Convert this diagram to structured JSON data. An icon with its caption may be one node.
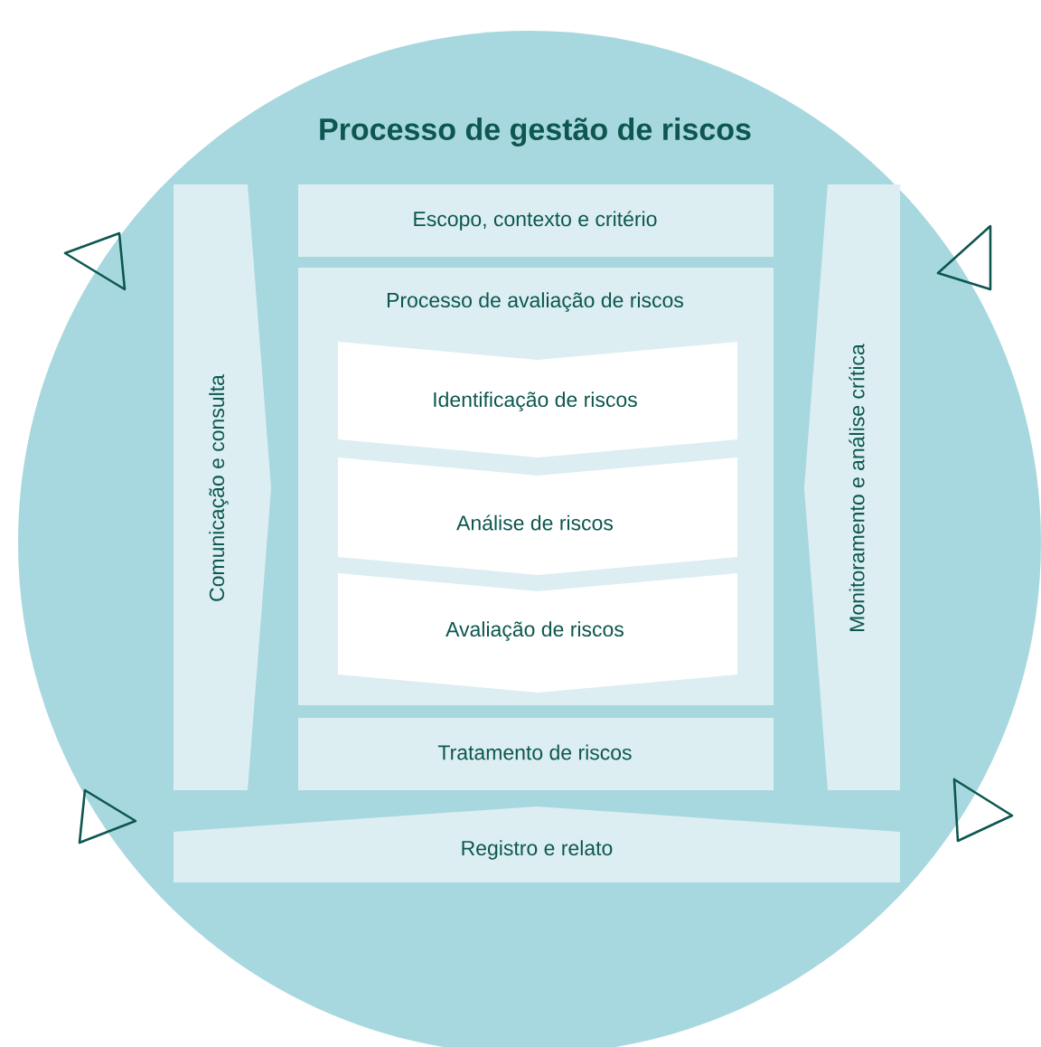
{
  "diagram": {
    "nodes": [
      {
        "text": [
          "Processo de gestão de riscos"
        ]
      },
      {
        "text": [
          "Comunicação e consulta"
        ],
        "in": 0
      },
      {
        "text": [
          "Escopo, contexto e critério"
        ],
        "in": 0
      },
      {
        "text": [
          "Processo de avaliação de riscos"
        ],
        "in": 0
      },
      {
        "text": [
          "Identificação de riscos"
        ],
        "in": 3
      },
      {
        "text": [
          "Análise de riscos"
        ],
        "in": 3
      },
      {
        "text": [
          "Avaliação de riscos"
        ],
        "in": 3
      },
      {
        "text": [
          "Tratamento de riscos"
        ],
        "in": 0
      },
      {
        "text": [
          "Monitoramento e análise crítica"
        ],
        "in": 0
      },
      {
        "text": [
          "Registro e relato"
        ],
        "in": 0
      }
    ]
  }
}
